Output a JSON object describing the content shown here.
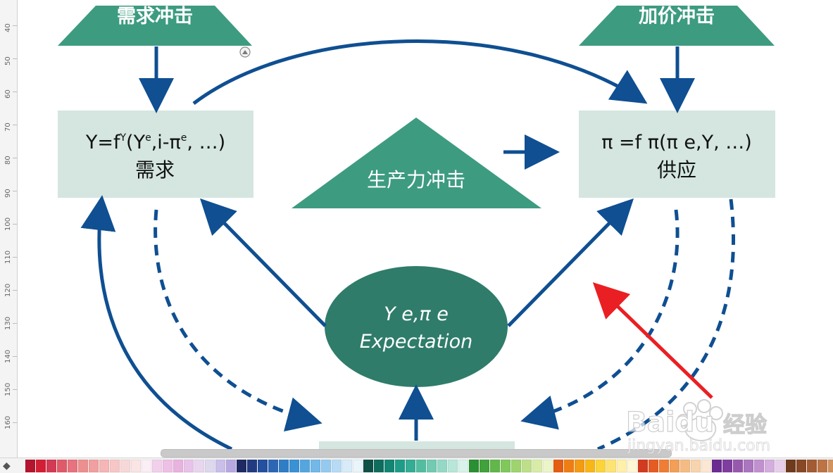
{
  "ruler": {
    "marks": [
      "40",
      "50",
      "60",
      "70",
      "80",
      "90",
      "100",
      "110",
      "120",
      "130",
      "140",
      "150",
      "160"
    ]
  },
  "diagram": {
    "top_left_shock": "需求冲击",
    "top_right_shock": "加价冲击",
    "demand_formula_main": "Y=f",
    "demand_formula_sup": "Y",
    "demand_formula_rest": "(Y",
    "demand_formula_e1": "e",
    "demand_formula_tail1": ",i-π",
    "demand_formula_e2": "e",
    "demand_formula_tail2": ", …)",
    "demand_label": "需求",
    "supply_formula": "π =f π(π e,Y, …)",
    "supply_label": "供应",
    "productivity_shock": "生产力冲击",
    "expectation_math": "Y e,π e",
    "expectation_label": "Expectation"
  },
  "palette": {
    "colors": [
      "#b4142d",
      "#d21f36",
      "#d23b55",
      "#de5b6a",
      "#e6737f",
      "#ec8f8f",
      "#f0a0a0",
      "#f4b6b6",
      "#f7c7c7",
      "#f7d8d8",
      "#fbe4e4",
      "#fbeff5",
      "#f2d0ec",
      "#eec0e5",
      "#e8b3de",
      "#e7c3ea",
      "#e8d6ef",
      "#ddd8ee",
      "#c9bfe9",
      "#b7a9df",
      "#1e2a61",
      "#223b80",
      "#25509f",
      "#2d67b4",
      "#2f7ec5",
      "#3a91d3",
      "#55a6df",
      "#72b8e8",
      "#95caef",
      "#b7dbf4",
      "#d8ebf8",
      "#eaf4fb",
      "#0f5147",
      "#0f6d5e",
      "#148473",
      "#1e9c88",
      "#35ad95",
      "#53bda2",
      "#72cab2",
      "#95d8c6",
      "#b8e6d8",
      "#d9f2eb",
      "#2b8f33",
      "#41a13b",
      "#62b64a",
      "#80c85b",
      "#9fd36e",
      "#bedf8a",
      "#d8eca8",
      "#ecf5ca",
      "#e35d13",
      "#ef7e12",
      "#f39b14",
      "#f7b719",
      "#fbd43a",
      "#fde374",
      "#fff0a9",
      "#fff7d5",
      "#d13b1f",
      "#e45c24",
      "#ef7d35",
      "#f29f58",
      "#f4bc84",
      "#f7d4ae",
      "#fbe7d4",
      "#6a2c91",
      "#7f3e9e",
      "#9759ad",
      "#ab75bf",
      "#c090cf",
      "#d4aede",
      "#e7cfeb",
      "#6f3b1e",
      "#884725",
      "#a35b33",
      "#bd7445",
      "#d1935f",
      "#e0b180",
      "#eed0a8",
      "#000000",
      "#222222",
      "#3b3b3b",
      "#555555",
      "#707070",
      "#8b8b8b",
      "#a6a6a6",
      "#c1c1c1",
      "#dddddd",
      "#f0f0f0"
    ]
  },
  "watermark": {
    "brand": "Baidu",
    "brand_cn": "经验",
    "url": "jingyan.baidu.com"
  }
}
